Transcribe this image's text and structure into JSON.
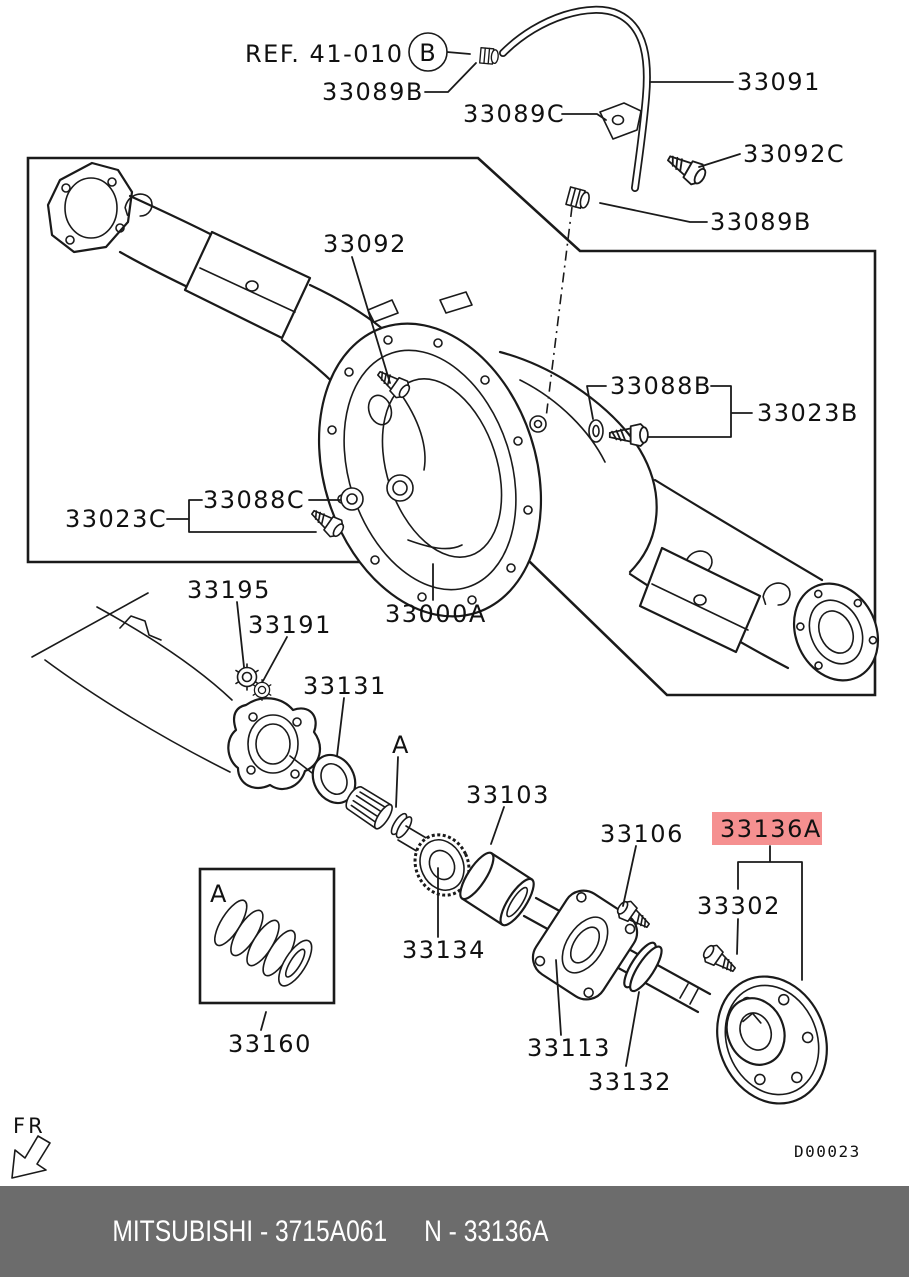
{
  "title": "Mitsubishi rear axle housing and shaft parts diagram",
  "highlight": {
    "bg": "#F59090",
    "text": "#9B1C22"
  },
  "line_color": "#1A1A1A",
  "callouts": {
    "ref": "REF. 41-010",
    "view_b": "B",
    "p33089b_top": "33089B",
    "p33089c": "33089C",
    "p33091": "33091",
    "p33092c": "33092C",
    "p33089b_mid": "33089B",
    "p33092": "33092",
    "p33088b": "33088B",
    "p33023b": "33023B",
    "p33088c": "33088C",
    "p33023c": "33023C",
    "p33000a": "33000A",
    "p33195": "33195",
    "p33191": "33191",
    "p33131": "33131",
    "p33103": "33103",
    "p33106": "33106",
    "p33136a": "33136A",
    "p33302": "33302",
    "p33134": "33134",
    "p33113": "33113",
    "p33132": "33132",
    "p33160": "33160",
    "section_marker": "A",
    "section_box_marker": "A"
  },
  "annotations": {
    "fr": "FR",
    "drawing_code": "D00023"
  },
  "footer": {
    "brand_part": "MITSUBISHI - 3715A061",
    "catalog_number": "N - 33136A",
    "bg": "#6C6C6C",
    "text_color": "#FFFFFF"
  }
}
